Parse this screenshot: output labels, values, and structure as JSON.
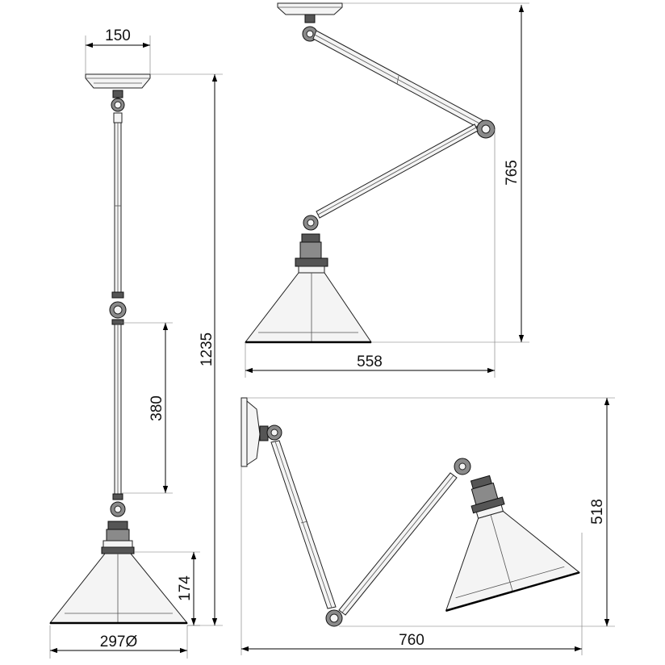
{
  "figure": {
    "colors": {
      "line": "#000000",
      "fill": "#f4f4f4",
      "metal": "#8a8a8a"
    },
    "dimensions": {
      "canopy_width": "150",
      "total_drop": "1235",
      "rod_length": "380",
      "shade_height": "174",
      "shade_diameter": "297Ø",
      "ceiling_arm_drop": "765",
      "ceiling_arm_reach": "558",
      "wall_arm_height": "518",
      "wall_arm_reach": "760"
    }
  }
}
